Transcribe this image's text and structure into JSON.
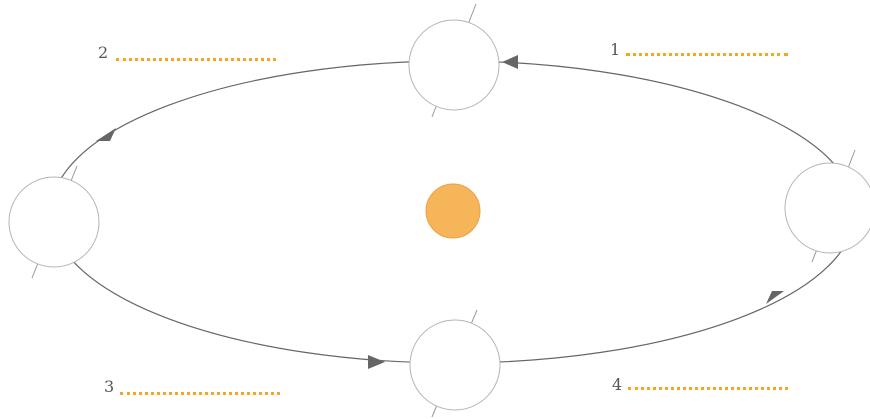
{
  "diagram": {
    "positions": [
      {
        "label": "1"
      },
      {
        "label": "2"
      },
      {
        "label": "3"
      },
      {
        "label": "4"
      }
    ]
  },
  "colors": {
    "sun": "#f7b55a",
    "sun_edge": "#e8a24a",
    "orbit": "#666666",
    "arrow": "#666666",
    "earth_fill": "#ffffff",
    "earth_edge": "#b5b5b5",
    "axis": "#999999",
    "answer_line": "#f4a621"
  }
}
